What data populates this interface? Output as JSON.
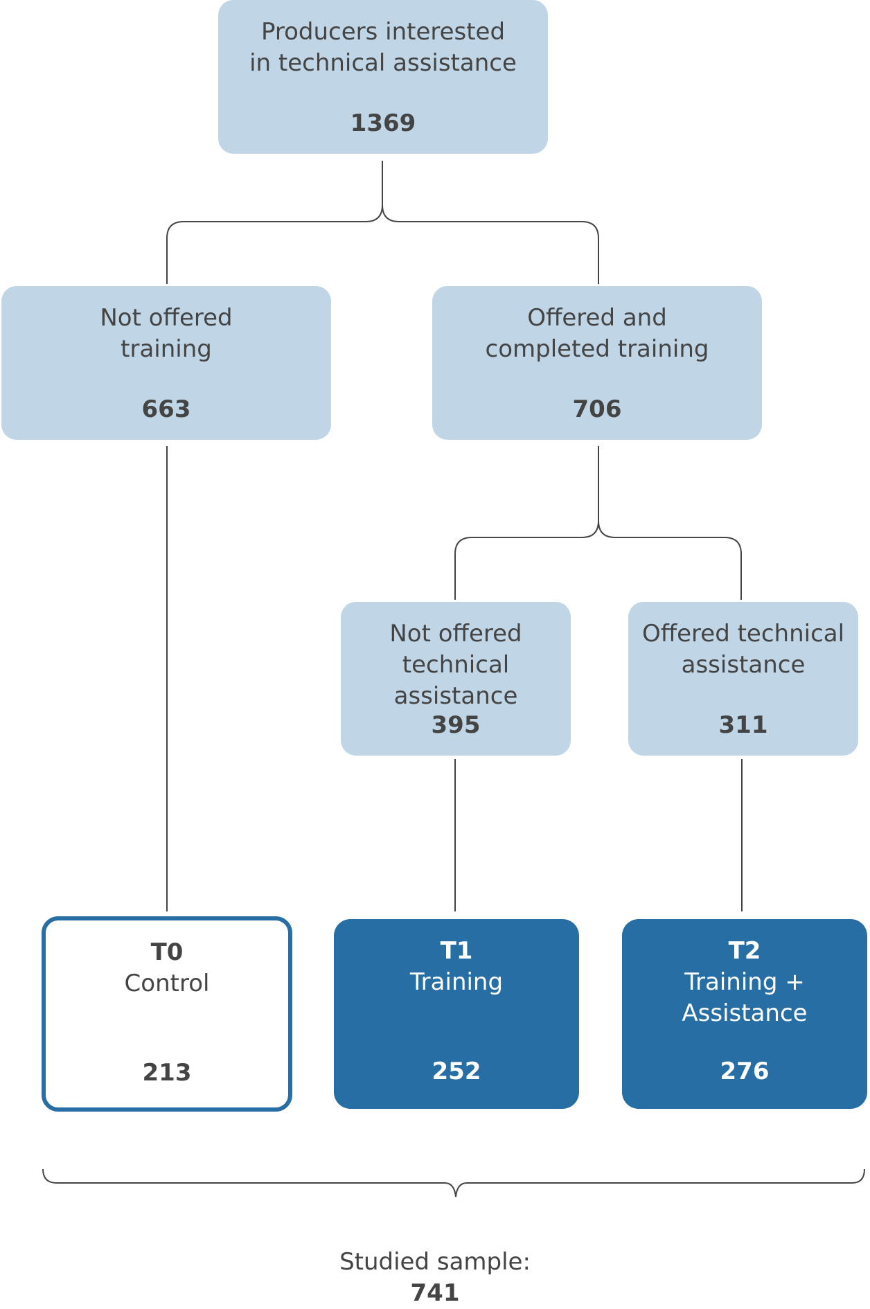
{
  "root": {
    "label_line1": "Producers interested",
    "label_line2": "in technical assistance",
    "count": "1369"
  },
  "not_offered_training": {
    "label_line1": "Not offered",
    "label_line2": "training",
    "count": "663"
  },
  "offered_training": {
    "label_line1": "Offered and",
    "label_line2": "completed training",
    "count": "706"
  },
  "not_offered_assistance": {
    "label_line1": "Not offered",
    "label_line2": "technical",
    "label_line3": "assistance",
    "count": "395"
  },
  "offered_assistance": {
    "label_line1": "Offered technical",
    "label_line2": "assistance",
    "count": "311"
  },
  "t0": {
    "code": "T0",
    "label": "Control",
    "count": "213"
  },
  "t1": {
    "code": "T1",
    "label": "Training",
    "count": "252"
  },
  "t2": {
    "code": "T2",
    "label_line1": "Training +",
    "label_line2": "Assistance",
    "count": "276"
  },
  "studied_sample": {
    "label": "Studied sample:",
    "count": "741"
  },
  "colors": {
    "light_box": "#c0d6e6",
    "dark_box": "#266ea4",
    "text": "#444444",
    "line": "#444444"
  }
}
